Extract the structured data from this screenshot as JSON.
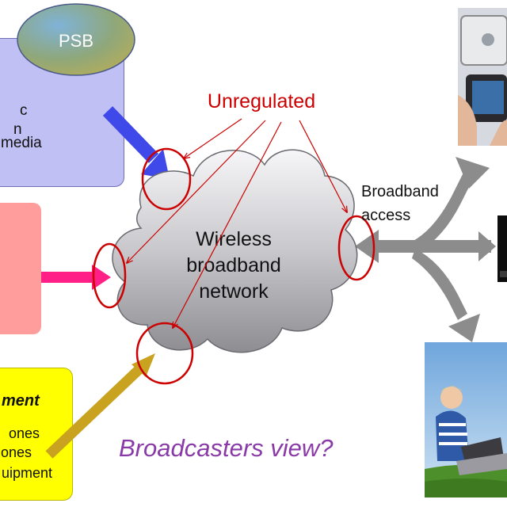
{
  "psb_box": {
    "badge": "PSB",
    "lines": [
      "c",
      "n",
      "media"
    ],
    "fill_color": "#c0c0f4"
  },
  "pink_box": {
    "fill_color": "#ff9d9d"
  },
  "equipment_box": {
    "title": "ment",
    "lines": [
      "ones",
      "ones",
      "uipment"
    ],
    "fill_color": "#ffff00"
  },
  "cloud": {
    "label_lines": [
      "Wireless",
      "broadband",
      "network"
    ]
  },
  "unregulated_label": "Unregulated",
  "access_label_lines": [
    "Broadband",
    "access"
  ],
  "question": "Broadcasters view?",
  "colors": {
    "highlight_red": "#cc0000",
    "arrow_blue": "#3f48e8",
    "arrow_magenta": "#ff1f86",
    "arrow_gold": "#c9a21f",
    "arrow_gray": "#8c8c8c",
    "question_purple": "#8a3aa8"
  },
  "images": [
    "mobile-phone-photo",
    "television-photo",
    "child-with-laptop-photo"
  ]
}
